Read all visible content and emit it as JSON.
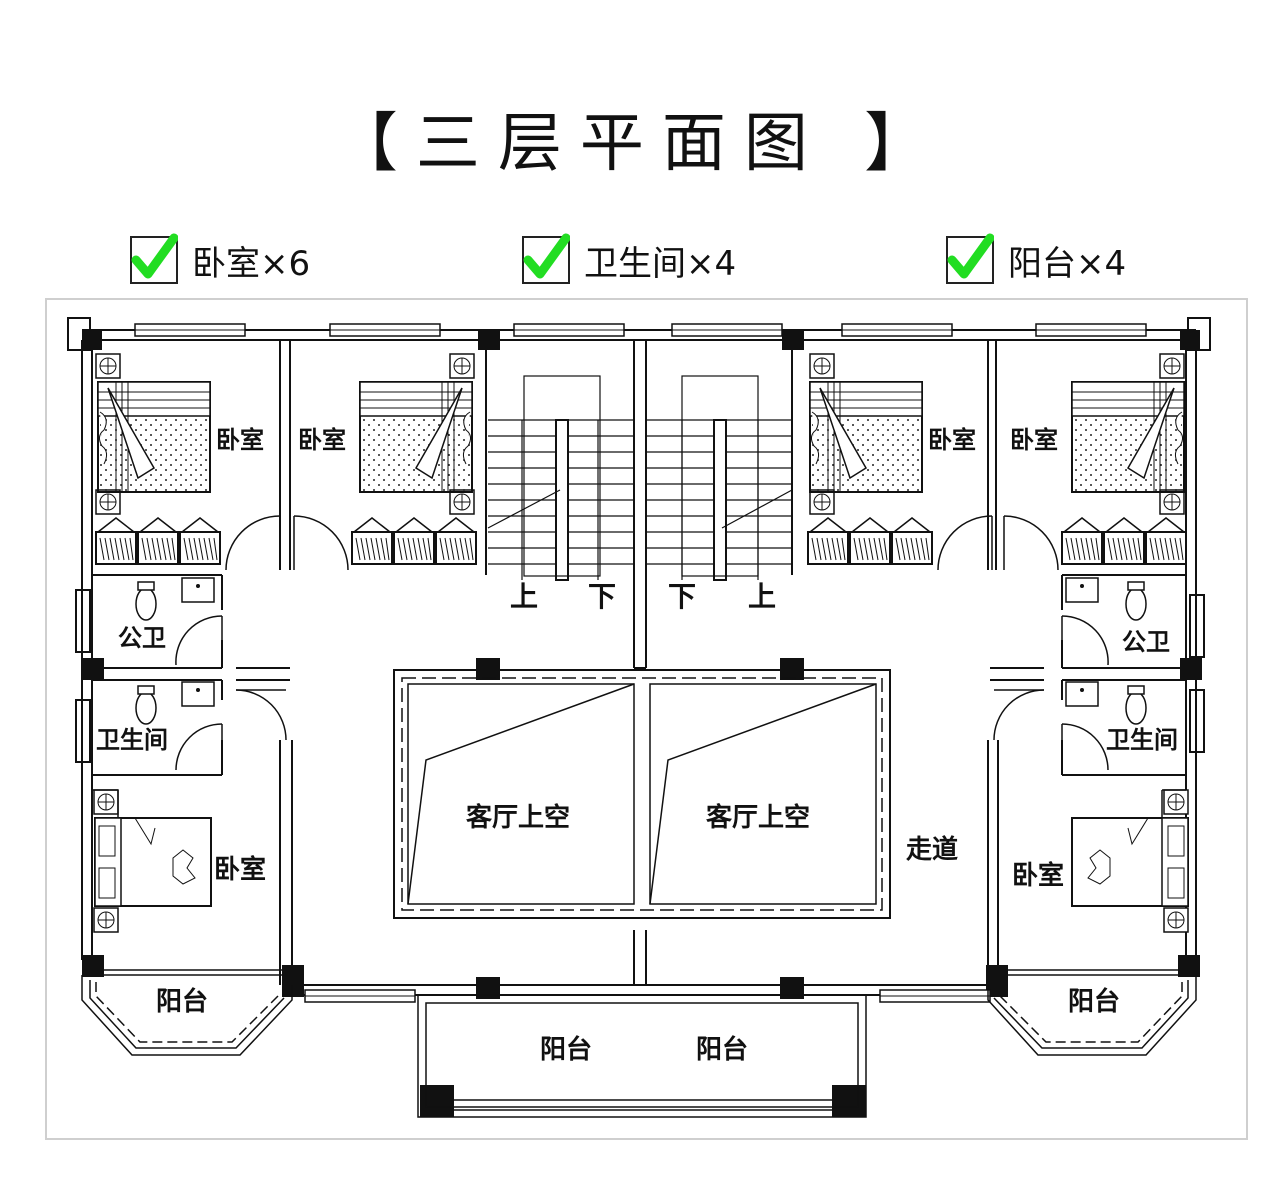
{
  "title": "【三层平面图 】",
  "legend": [
    {
      "icon": "green-check-icon",
      "text": "卧室×6"
    },
    {
      "icon": "green-check-icon",
      "text": "卫生间×4"
    },
    {
      "icon": "green-check-icon",
      "text": "阳台×4"
    }
  ],
  "colors": {
    "check": "#22dd22",
    "wall": "#111111",
    "frame": "#cfcfcf"
  },
  "plan": {
    "rooms": {
      "bedroom_l1": "卧室",
      "bedroom_l2": "卧室",
      "bedroom_r1": "卧室",
      "bedroom_r2": "卧室",
      "bedroom_l3": "卧室",
      "bedroom_r3": "卧室",
      "public_bath_l": "公卫",
      "public_bath_r": "公卫",
      "bathroom_l": "卫生间",
      "bathroom_r": "卫生间",
      "living_void_l": "客厅上空",
      "living_void_r": "客厅上空",
      "corridor": "走道",
      "balcony_l": "阳台",
      "balcony_r": "阳台",
      "balcony_c1": "阳台",
      "balcony_c2": "阳台"
    },
    "stairs": {
      "up_l": "上",
      "down_l": "下",
      "down_r": "下",
      "up_r": "上"
    }
  }
}
